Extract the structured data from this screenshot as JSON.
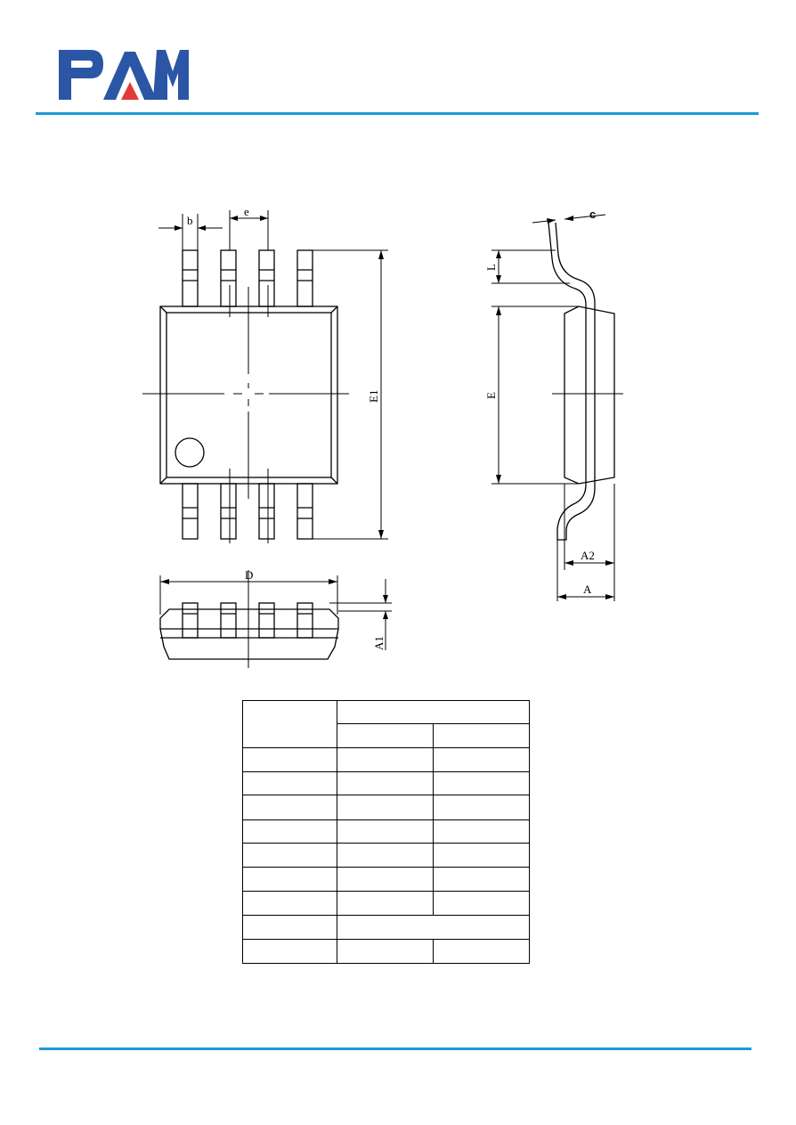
{
  "logo": {
    "text": "PAM",
    "colors": {
      "primary": "#2a56a5",
      "accent": "#e23a3a"
    }
  },
  "rule_color": "#1a9ad6",
  "drawing_labels": {
    "b": "b",
    "e": "e",
    "c": "c",
    "L": "L",
    "E": "E",
    "E1": "E1",
    "D": "D",
    "A1": "A1",
    "A2": "A2",
    "A": "A"
  },
  "table": {
    "rows": [
      [
        "",
        "",
        ""
      ],
      [
        "",
        "",
        ""
      ],
      [
        "",
        "",
        ""
      ],
      [
        "",
        "",
        ""
      ],
      [
        "",
        "",
        ""
      ],
      [
        "",
        "",
        ""
      ],
      [
        "",
        "",
        ""
      ],
      [
        "",
        "",
        ""
      ],
      [
        "",
        "",
        ""
      ],
      [
        "",
        "",
        ""
      ],
      [
        "",
        "",
        ""
      ]
    ]
  }
}
